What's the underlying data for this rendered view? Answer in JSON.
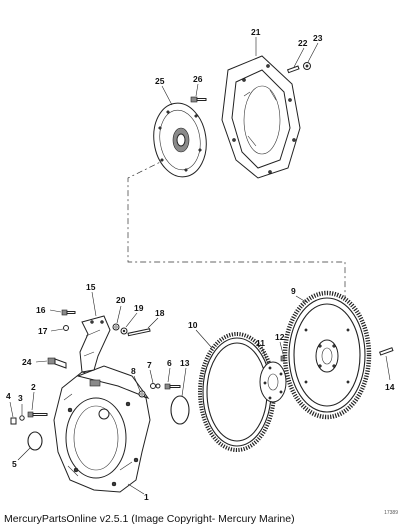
{
  "callouts": [
    "1",
    "2",
    "3",
    "4",
    "5",
    "6",
    "7",
    "8",
    "9",
    "10",
    "11",
    "12",
    "13",
    "14",
    "15",
    "16",
    "17",
    "18",
    "19",
    "20",
    "21",
    "22",
    "23",
    "24",
    "25",
    "26"
  ],
  "footer": "MercuryPartsOnline v2.5.1 (Image Copyright- Mercury Marine)",
  "figure_code": "17389"
}
